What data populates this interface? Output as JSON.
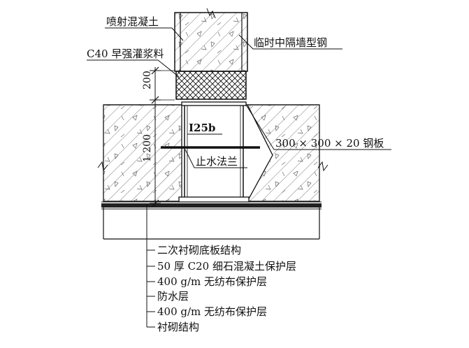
{
  "labels": {
    "shotcrete": "喷射混凝土",
    "temp_wall_steel": "临时中隔墙型钢",
    "grout": "C40 早强灌浆料",
    "i_beam": "I25b",
    "steel_plate": "300 × 300 × 20 钢板",
    "water_stop_flange": "止水法兰"
  },
  "dimensions": {
    "upper": "200",
    "lower": "1 200"
  },
  "layers": [
    "二次衬砌底板结构",
    "50 厚 C20 细石混凝土保护层",
    "400 g/m 无纺布保护层",
    "防水层",
    "400 g/m 无纺布保护层",
    "衬砌结构"
  ],
  "colors": {
    "line": "#111111",
    "background": "#ffffff"
  }
}
